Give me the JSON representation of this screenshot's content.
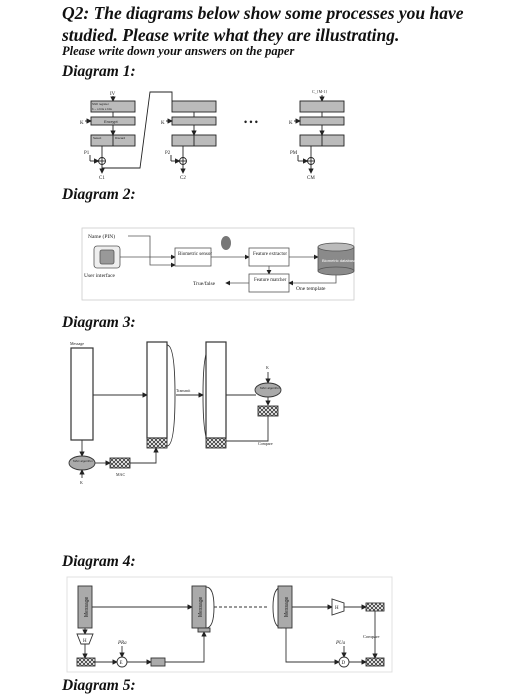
{
  "question": {
    "title": "Q2: The diagrams below show some processes you have studied. Please write what they are illustrating.",
    "note": "Please write down your answers on the paper"
  },
  "diagram_labels": [
    "Diagram 1:",
    "Diagram 2:",
    "Diagram 3:",
    "Diagram 4:",
    "Diagram 5:"
  ],
  "diagram1": {
    "iv": "IV",
    "c_prev": "C_{M-1}",
    "shift_register": "Shift register",
    "shift_bits": "b − s bits   s bits",
    "k": "K",
    "encrypt": "Encrypt",
    "select": "Select",
    "select_bits": "s bits",
    "discard": "Discard",
    "discard_bits": "b − s bits",
    "s": "s",
    "b": "b",
    "ellipsis": "• • •",
    "p1": "P1",
    "p2": "P2",
    "pm": "PM",
    "c1": "C1",
    "c2": "C2",
    "cm": "CM"
  },
  "diagram2": {
    "name_pin": "Name (PIN)",
    "user_interface": "User interface",
    "biometric_sensor": "Biometric sensor",
    "feature_extractor": "Feature extractor",
    "biometric_database": "Biometric database",
    "feature_matcher": "Feature matcher",
    "true_false": "True/false",
    "one_template": "One template"
  },
  "diagram3": {
    "message": "Message",
    "mac_algorithm": "MAC algorithm",
    "mac": "MAC",
    "transmit": "Transmit",
    "k": "K",
    "compare": "Compare"
  },
  "diagram4": {
    "message": "Message",
    "h": "H",
    "pr": "PRa",
    "e": "E",
    "pu": "PUa",
    "d": "D",
    "compare": "Compare"
  }
}
